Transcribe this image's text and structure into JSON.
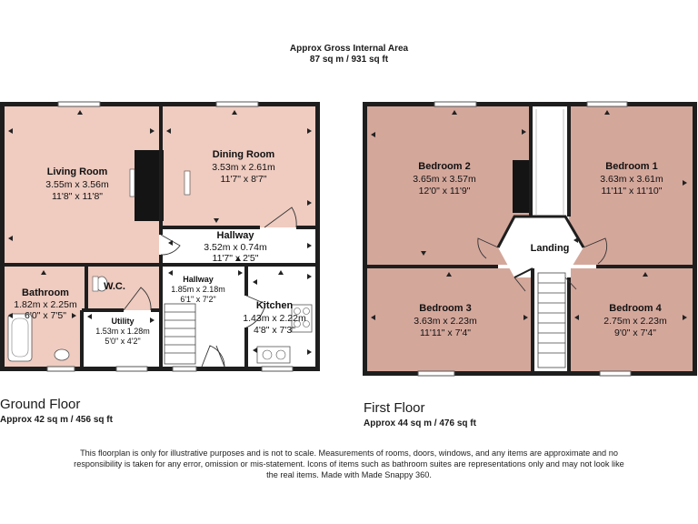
{
  "header": {
    "title": "Approx Gross Internal Area",
    "area": "87 sq m / 931 sq ft"
  },
  "ground_floor": {
    "name": "Ground Floor",
    "area": "Approx 42 sq m / 456 sq ft",
    "rooms": {
      "living": {
        "name": "Living Room",
        "metric": "3.55m x 3.56m",
        "imperial": "11'8\" x 11'8\""
      },
      "dining": {
        "name": "Dining Room",
        "metric": "3.53m x 2.61m",
        "imperial": "11'7\" x 8'7\""
      },
      "hall_top": {
        "name": "Hallway",
        "metric": "3.52m x 0.74m",
        "imperial": "11'7\" x 2'5\""
      },
      "bathroom": {
        "name": "Bathroom",
        "metric": "1.82m x 2.25m",
        "imperial": "6'0\" x 7'5\""
      },
      "wc": {
        "name": "W.C."
      },
      "utility": {
        "name": "Utility",
        "metric": "1.53m x 1.28m",
        "imperial": "5'0\" x 4'2\""
      },
      "hall_low": {
        "name": "Hallway",
        "metric": "1.85m x 2.18m",
        "imperial": "6'1\" x 7'2\""
      },
      "kitchen": {
        "name": "Kitchen",
        "metric": "1.43m x 2.22m",
        "imperial": "4'8\" x 7'3\""
      }
    }
  },
  "first_floor": {
    "name": "First Floor",
    "area": "Approx 44 sq m / 476 sq ft",
    "rooms": {
      "bed2": {
        "name": "Bedroom 2",
        "metric": "3.65m x 3.57m",
        "imperial": "12'0\" x 11'9\""
      },
      "bed1": {
        "name": "Bedroom 1",
        "metric": "3.63m x 3.61m",
        "imperial": "11'11\" x 11'10\""
      },
      "landing": {
        "name": "Landing"
      },
      "bed3": {
        "name": "Bedroom 3",
        "metric": "3.63m x 2.23m",
        "imperial": "11'11\" x 7'4\""
      },
      "bed4": {
        "name": "Bedroom 4",
        "metric": "2.75m x 2.23m",
        "imperial": "9'0\" x 7'4\""
      }
    }
  },
  "disclaimer": "This floorplan is only for illustrative purposes and is not to scale. Measurements of rooms, doors, windows, and any items are approximate and no responsibility is taken for any error, omission or mis-statement. Icons of items such as bathroom suites are representations only and may not look like the real items. Made with Made Snappy 360.",
  "colors": {
    "ground_room": "#efcbc0",
    "first_room": "#d4a79b",
    "floor_white": "#ffffff",
    "wall": "#1e1e1e",
    "chimney": "#141414"
  }
}
